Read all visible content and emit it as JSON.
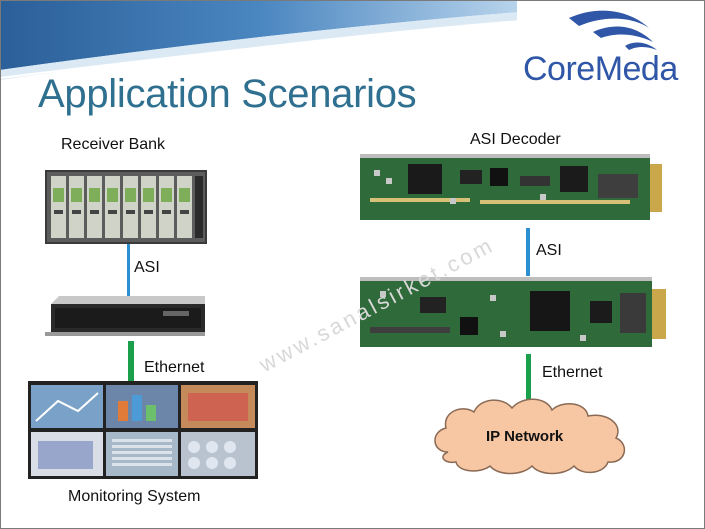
{
  "header": {
    "title": "Application Scenarios",
    "logo_text": "CoreMeda"
  },
  "left_chain": {
    "receiver_bank_label": "Receiver Bank",
    "asi_label": "ASI",
    "ethernet_label": "Ethernet",
    "monitoring_label": "Monitoring System"
  },
  "right_chain": {
    "decoder_label": "ASI Decoder",
    "asi_label": "ASI",
    "ethernet_label": "Ethernet",
    "network_label": "IP Network"
  },
  "watermark": "www.sanalsirket.com",
  "colors": {
    "title": "#2f6f8f",
    "logo": "#2f56a7",
    "asi_link": "#2a8fd0",
    "ethernet_link": "#1aa04a",
    "cloud_fill": "#f7c7a3",
    "pcb_green": "#2f6b3a"
  }
}
